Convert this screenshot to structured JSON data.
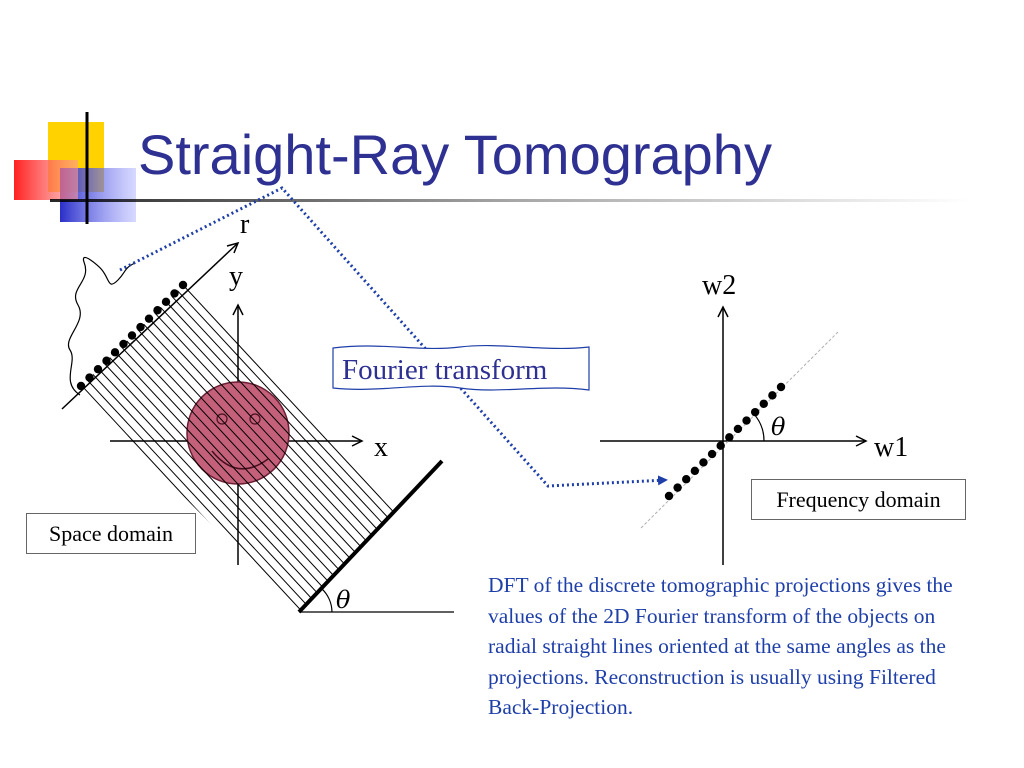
{
  "slide": {
    "title": "Straight-Ray Tomography",
    "colors": {
      "title": "#2e3192",
      "caption": "#1f3fa8",
      "object_fill": "#c4607a",
      "arrow": "#1f3fa8",
      "logo_yellow": "#ffd200",
      "logo_blue": "#3034c8",
      "logo_red": "#ff3a3a"
    }
  },
  "space_diagram": {
    "label_r": "r",
    "label_y": "y",
    "label_x": "x",
    "label_theta": "θ",
    "box_label": "Space domain",
    "sample_count": 13
  },
  "fourier_label": "Fourier transform",
  "frequency_diagram": {
    "label_w2": "w2",
    "label_w1": "w1",
    "label_theta": "θ",
    "box_label": "Frequency domain",
    "sample_count": 14
  },
  "caption": "DFT of the discrete tomographic projections gives the values of the 2D Fourier transform of the objects on radial straight lines oriented at the same angles as the projections. Reconstruction is usually using Filtered Back-Projection."
}
